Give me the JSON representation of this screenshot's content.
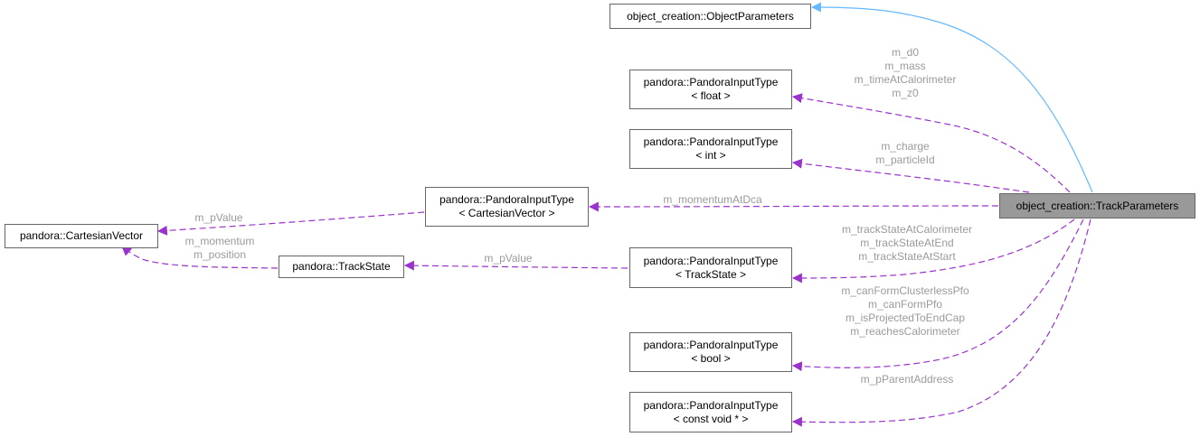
{
  "nodes": {
    "object_parameters": "object_creation::ObjectParameters",
    "track_parameters": "object_creation::TrackParameters",
    "input_float": [
      "pandora::PandoraInputType",
      "< float >"
    ],
    "input_int": [
      "pandora::PandoraInputType",
      "< int >"
    ],
    "input_cartesian": [
      "pandora::PandoraInputType",
      "< CartesianVector >"
    ],
    "input_trackstate": [
      "pandora::PandoraInputType",
      "< TrackState >"
    ],
    "input_bool": [
      "pandora::PandoraInputType",
      "< bool >"
    ],
    "input_constvoid": [
      "pandora::PandoraInputType",
      "< const void * >"
    ],
    "cartesian_vector": "pandora::CartesianVector",
    "track_state": "pandora::TrackState"
  },
  "edge_labels": {
    "float_members": [
      "m_d0",
      "m_mass",
      "m_timeAtCalorimeter",
      "m_z0"
    ],
    "int_members": [
      "m_charge",
      "m_particleId"
    ],
    "cartesian_members": [
      "m_momentumAtDca"
    ],
    "trackstate_members": [
      "m_trackStateAtCalorimeter",
      "m_trackStateAtEnd",
      "m_trackStateAtStart"
    ],
    "bool_members": [
      "m_canFormClusterlessPfo",
      "m_canFormPfo",
      "m_isProjectedToEndCap",
      "m_reachesCalorimeter"
    ],
    "constvoid_members": [
      "m_pParentAddress"
    ],
    "cartesian_to_vector": [
      "m_pValue"
    ],
    "trackstate_to_vector": [
      "m_momentum",
      "m_position"
    ],
    "inputtrackstate_to_trackstate": [
      "m_pValue"
    ]
  },
  "colors": {
    "inheritance_edge": "#63b8ff",
    "usage_edge": "#9a32cd",
    "edge_label_text": "#9a9a9a",
    "node_border": "#666666",
    "focus_fill": "#999999"
  }
}
